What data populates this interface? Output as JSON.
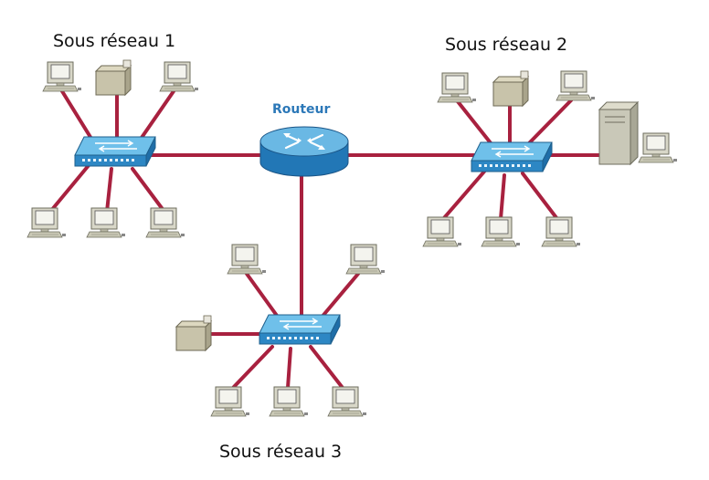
{
  "router": {
    "label": "Routeur"
  },
  "subnets": [
    {
      "label": "Sous réseau 1"
    },
    {
      "label": "Sous réseau 2"
    },
    {
      "label": "Sous réseau 3"
    }
  ],
  "colors": {
    "cable": "#a8213f",
    "device_blue": "#3fa0d8",
    "device_beige": "#c8c3aa"
  }
}
